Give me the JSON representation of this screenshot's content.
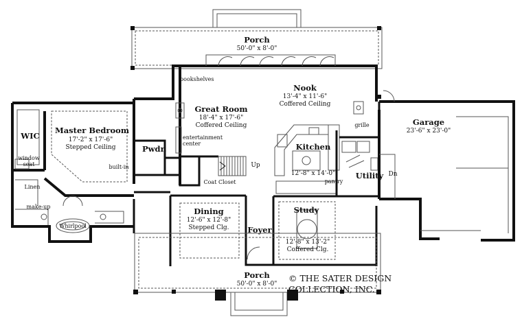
{
  "rooms": {
    "porch_rear": {
      "name": "Porch",
      "dims": "50'-0\" x 8'-0\""
    },
    "great_room": {
      "name": "Great Room",
      "dims": "18'-4\" x 17'-6\"",
      "ceiling": "Coffered Ceiling"
    },
    "nook": {
      "name": "Nook",
      "dims": "13'-4\" x 11'-6\"",
      "ceiling": "Coffered Ceiling"
    },
    "master_bedroom": {
      "name": "Master Bedroom",
      "dims": "17'-2\" x 17'-6\"",
      "ceiling": "Stepped Ceiling"
    },
    "kitchen": {
      "name": "Kitchen",
      "dims": "12'-8\" x 14'-0\""
    },
    "garage": {
      "name": "Garage",
      "dims": "23'-6\" x 23'-0\""
    },
    "utility": {
      "name": "Utility"
    },
    "pwdr": {
      "name": "Pwdr."
    },
    "wic": {
      "name": "WIC"
    },
    "dining": {
      "name": "Dining",
      "dims": "12'-6\" x 12'-8\"",
      "ceiling": "Stepped Clg."
    },
    "study": {
      "name": "Study",
      "dims": "12'-8\" x 13'-2\"",
      "ceiling": "Coffered Clg."
    },
    "foyer": {
      "name": "Foyer"
    },
    "porch_front": {
      "name": "Porch",
      "dims": "50'-0\" x 8'-0\""
    }
  },
  "notes": {
    "bookshelves": "bookshelves",
    "entertainment": "entertainment\ncenter",
    "grille": "grille",
    "window_seat": "window\nseat",
    "built_in": "built-in",
    "linen": "Linen",
    "make_up": "make-up",
    "whirlpool": "Whirlpool",
    "coat_closet": "Coat Closet",
    "pantry": "pantry",
    "up": "Up",
    "dn": "Dn"
  },
  "copyright": "© THE SATER DESIGN\nCOLLECTION, INC.",
  "colors": {
    "wall": "#111111",
    "line": "#555555",
    "background": "#ffffff"
  }
}
